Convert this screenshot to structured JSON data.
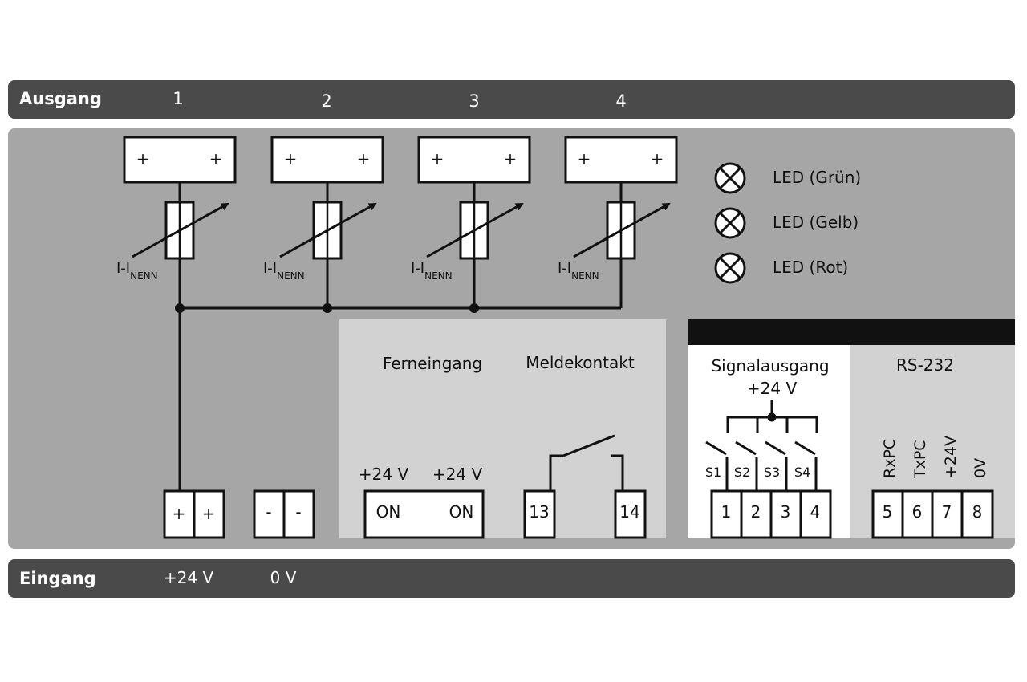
{
  "output_bar": {
    "label": "Ausgang",
    "channels": [
      "1",
      "2",
      "3",
      "4"
    ]
  },
  "input_bar": {
    "label": "Eingang",
    "values": [
      "+24 V",
      "0 V"
    ]
  },
  "outputs": [
    {
      "terminal": [
        "+",
        "+"
      ],
      "fuse_label": "I-I",
      "fuse_sub": "NENN"
    },
    {
      "terminal": [
        "+",
        "+"
      ],
      "fuse_label": "I-I",
      "fuse_sub": "NENN"
    },
    {
      "terminal": [
        "+",
        "+"
      ],
      "fuse_label": "I-I",
      "fuse_sub": "NENN"
    },
    {
      "terminal": [
        "+",
        "+"
      ],
      "fuse_label": "I-I",
      "fuse_sub": "NENN"
    }
  ],
  "leds": [
    "LED (Grün)",
    "LED (Gelb)",
    "LED (Rot)"
  ],
  "input_terminals": {
    "plus": [
      "+",
      "+"
    ],
    "minus": [
      "-",
      "-"
    ]
  },
  "remote_section": {
    "title_remote": "Ferneingang",
    "title_contact": "Meldekontakt",
    "remote_voltages": [
      "+24 V",
      "+24 V"
    ],
    "remote_states": [
      "ON",
      "ON"
    ],
    "contact_terminals": [
      "13",
      "14"
    ]
  },
  "signal_section": {
    "title": "Signalausgang",
    "voltage": "+24 V",
    "switches": [
      "S1",
      "S2",
      "S3",
      "S4"
    ],
    "terminals": [
      "1",
      "2",
      "3",
      "4"
    ]
  },
  "rs232_section": {
    "title": "RS-232",
    "pins": [
      "RxPC",
      "TxPC",
      "+24V",
      "0V"
    ],
    "terminals": [
      "5",
      "6",
      "7",
      "8"
    ]
  },
  "colors": {
    "bar": "#4a4a4a",
    "panel": "#a6a6a6",
    "light_panel": "#d2d2d2",
    "line": "#111111"
  }
}
